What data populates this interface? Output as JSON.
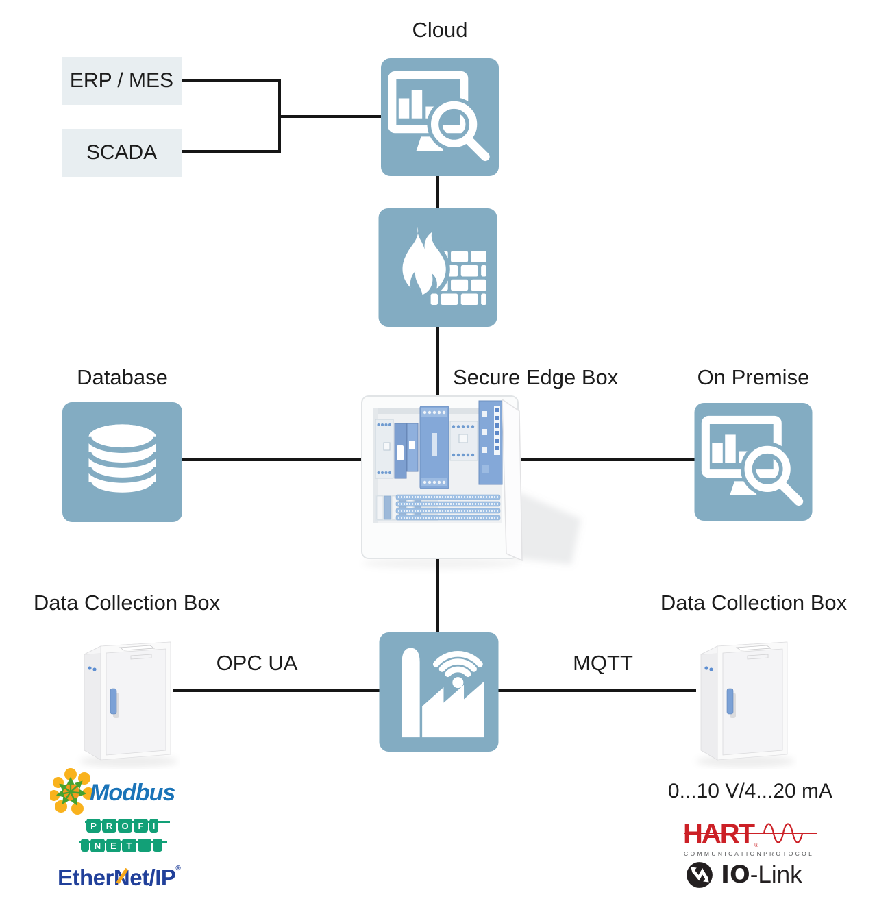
{
  "labels": {
    "cloud": "Cloud",
    "erp": "ERP / MES",
    "scada": "SCADA",
    "database": "Database",
    "secure_edge": "Secure Edge Box",
    "on_premise": "On Premise",
    "dcb_left": "Data Collection Box",
    "dcb_right": "Data Collection Box",
    "opc_ua": "OPC UA",
    "mqtt": "MQTT",
    "analog": "0...10 V/4...20 mA"
  },
  "logos": {
    "modbus": {
      "text": "Modbus"
    },
    "profinet": {
      "top": [
        "P",
        "R",
        "O",
        "F",
        "I"
      ],
      "bottom": [
        "N",
        "E",
        "T"
      ]
    },
    "ethernet_ip": {
      "prefix": "Ether",
      "n": "N",
      "suffix": "et/IP",
      "reg": "®"
    },
    "hart": {
      "title": "HART",
      "reg": "®",
      "subtitle": "C O M M U N I C A T I O N   P R O T O C O L"
    },
    "iolink": {
      "bold": "IO",
      "rest": "-Link"
    }
  },
  "colors": {
    "icon_blue": "#83acc2",
    "line_black": "#161616",
    "label_box_bg": "#e8eef1",
    "modbus_blue": "#1b74b8",
    "modbus_yellow": "#f9b21d",
    "modbus_orange": "#f29a1f",
    "modbus_arrow_green": "#45a22f",
    "profinet_green": "#12a077",
    "ethernetip_navy": "#21409a",
    "ethernetip_orange": "#f6a81c",
    "hart_red": "#cc2026",
    "hart_gray": "#555658",
    "iolink_black": "#231f20",
    "cabinet_handle_blue": "#7ba1d6"
  }
}
